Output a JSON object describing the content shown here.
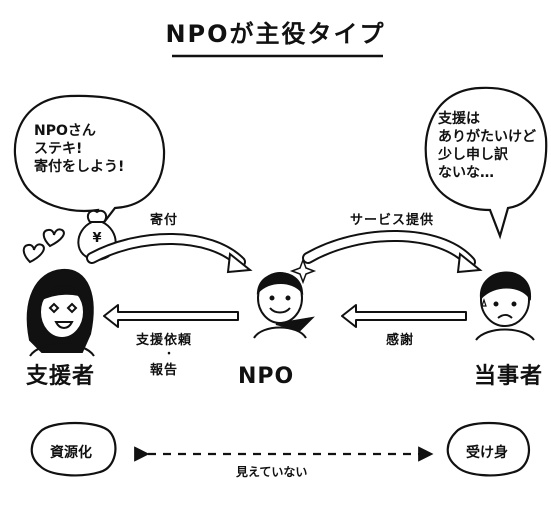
{
  "title": "NPOが主役タイプ",
  "bubbles": {
    "supporter": "NPOさん\nステキ!\n寄付をしよう!",
    "beneficiary": "支援は\nありがたいけど\n少し申し訳\nないな…"
  },
  "actors": {
    "supporter": "支援者",
    "npo": "NPO",
    "beneficiary": "当事者"
  },
  "arrows": {
    "donation": "寄付",
    "service": "サービス提供",
    "request_line1": "支援依頼",
    "request_dot": "・",
    "request_line2": "報告",
    "thanks": "感謝"
  },
  "bottom": {
    "left": "資源化",
    "right": "受け身",
    "middle": "見えていない"
  },
  "coin_symbol": "¥"
}
